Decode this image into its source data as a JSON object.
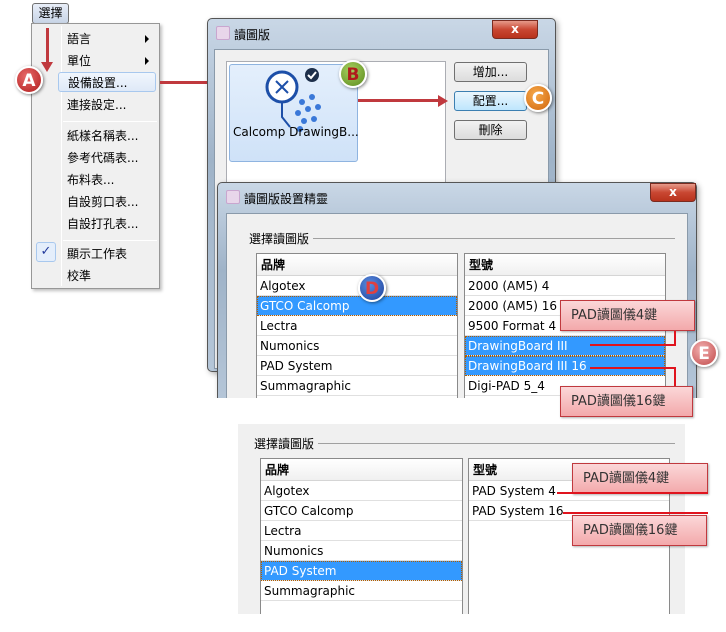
{
  "menu": {
    "button": "選擇",
    "items": [
      "語言",
      "單位",
      "設備設置...",
      "連接設定...",
      "紙樣名稱表...",
      "參考代碼表...",
      "布料表...",
      "自設剪口表...",
      "自設打孔表...",
      "顯示工作表",
      "校準"
    ]
  },
  "dialog1": {
    "title": "讀圖版",
    "close": "x",
    "device": "Calcomp DrawingB...",
    "buttons": {
      "add": "增加...",
      "config": "配置...",
      "delete": "刪除"
    }
  },
  "dialog2": {
    "title": "讀圖版設置精靈",
    "close": "x",
    "group": "選擇讀圖版",
    "brand_header": "品牌",
    "model_header": "型號",
    "brands": [
      "Algotex",
      "GTCO Calcomp",
      "Lectra",
      "Numonics",
      "PAD System",
      "Summagraphic"
    ],
    "models": [
      "2000 (AM5) 4",
      "2000 (AM5) 16",
      "9500 Format 4",
      "DrawingBoard III",
      "DrawingBoard III 16",
      "Digi-PAD 5_4"
    ]
  },
  "panel3": {
    "group": "選擇讀圖版",
    "brand_header": "品牌",
    "model_header": "型號",
    "brands": [
      "Algotex",
      "GTCO Calcomp",
      "Lectra",
      "Numonics",
      "PAD System",
      "Summagraphic"
    ],
    "models": [
      "PAD System 4",
      "PAD System 16"
    ]
  },
  "callouts": {
    "c4": "PAD讀圖儀4鍵",
    "c16": "PAD讀圖儀16鍵"
  },
  "badges": {
    "a": "A",
    "b": "B",
    "c": "C",
    "d": "D",
    "e": "E"
  },
  "colors": {
    "selection": "#3399ff",
    "annotation": "#c0393e"
  }
}
